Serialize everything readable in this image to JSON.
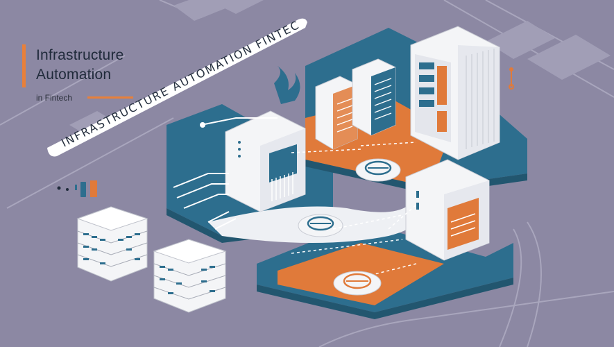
{
  "title": {
    "line1": "Infrastructure",
    "line2": "Automation",
    "subtitle": "in Fintech"
  },
  "banner": {
    "text": "INFRASTRUCTURE AUTOMATION FINTECH"
  },
  "colors": {
    "background": "#8c88a3",
    "platform_blue": "#2d6e8e",
    "platform_orange": "#e07a3a",
    "server_white": "#f4f5f7",
    "accent_orange": "#e8803a"
  },
  "icons": [
    "server-rack-icon",
    "database-stack-icon",
    "network-node-icon",
    "cloud-hand-icon",
    "status-indicator-icon"
  ]
}
